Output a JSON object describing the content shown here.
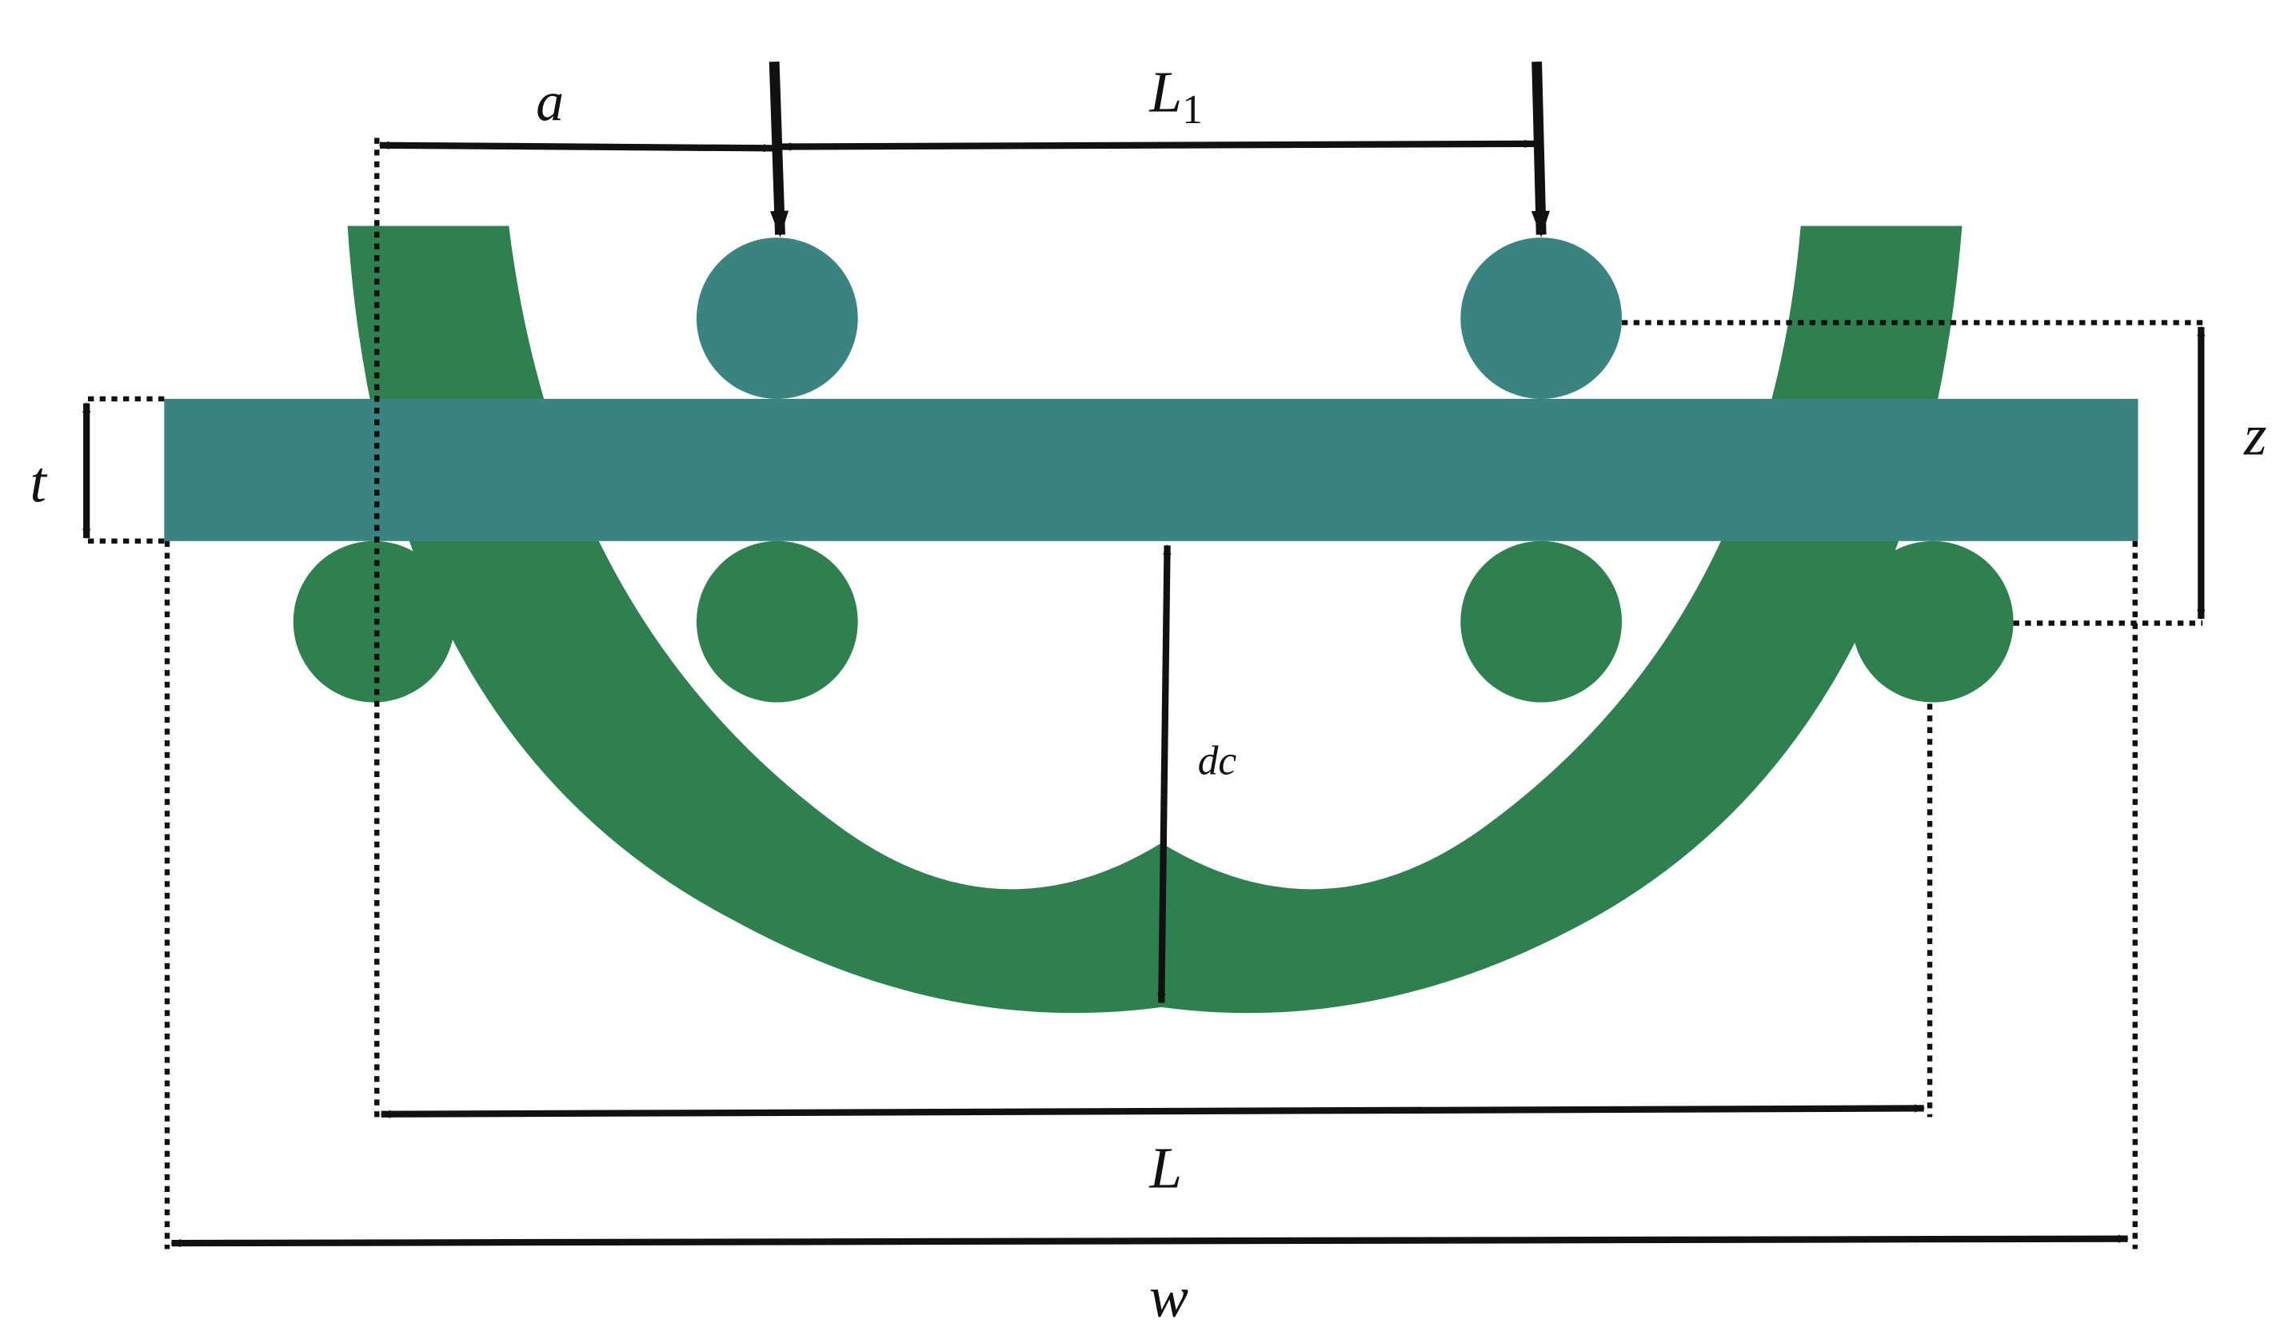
{
  "colors": {
    "specimen": "#3a8480",
    "bent_shape": "#2f804f",
    "ink": "#111111"
  },
  "labels": {
    "a": "a",
    "L1_main": "L",
    "L1_sub": "1",
    "z": "z",
    "t": "t",
    "dc": "dc",
    "L": "L",
    "w": "w"
  }
}
